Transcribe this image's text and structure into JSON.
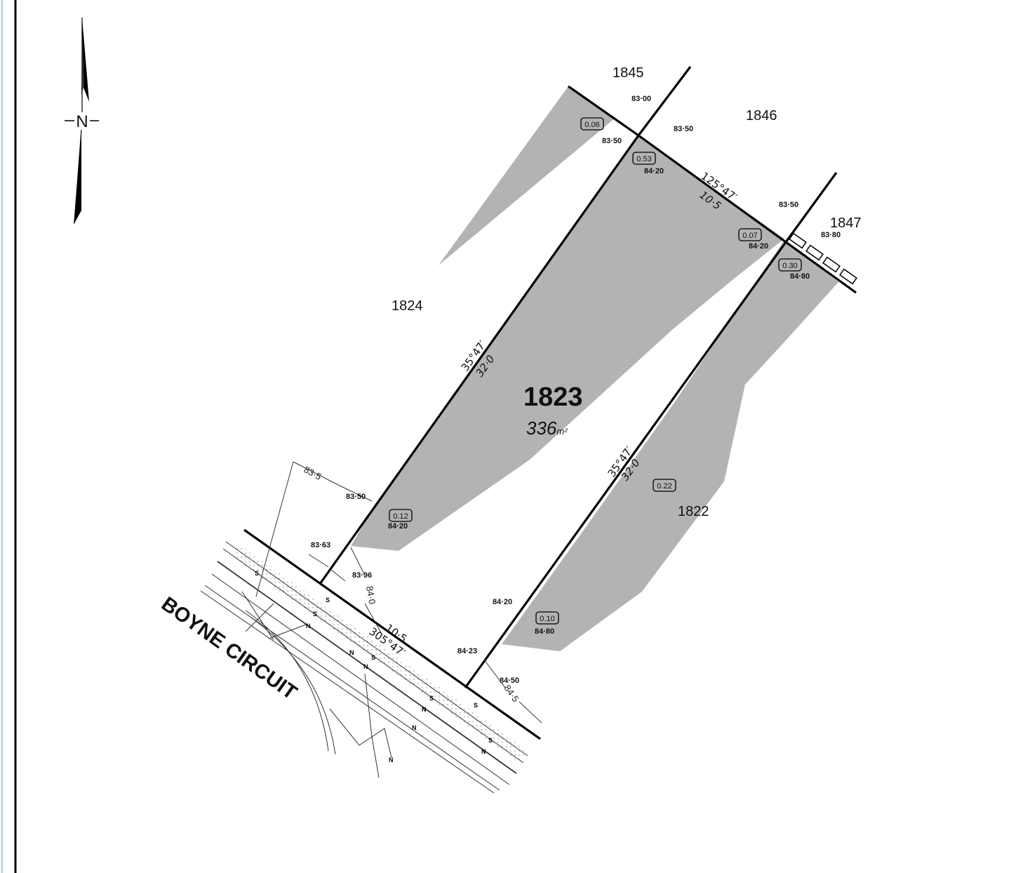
{
  "compass_letter": "N",
  "subject_lot": {
    "number": "1823",
    "area_value": "336",
    "area_unit": "m²"
  },
  "neighbour_lots": [
    {
      "id": "lot-1845",
      "label": "1845"
    },
    {
      "id": "lot-1846",
      "label": "1846"
    },
    {
      "id": "lot-1847",
      "label": "1847"
    },
    {
      "id": "lot-1824",
      "label": "1824"
    },
    {
      "id": "lot-1822",
      "label": "1822"
    }
  ],
  "street_name": "BOYNE CIRCUIT",
  "boundaries": {
    "rear": {
      "bearing": "125°47′",
      "distance": "10·5"
    },
    "frontage": {
      "bearing": "305°47′",
      "distance": "10·5"
    },
    "west_side": {
      "bearing": "35°47′",
      "distance": "32·0"
    },
    "east_side": {
      "bearing": "35°47′",
      "distance": "32·0"
    }
  },
  "spot_levels": [
    "83·00",
    "83·50",
    "83·50",
    "84·20",
    "83·50",
    "84·20",
    "83·80",
    "84·80",
    "83·50",
    "84·20",
    "83·63",
    "83·96",
    "84·20",
    "84·23",
    "84·80",
    "84·50"
  ],
  "contours": [
    "83·5",
    "84·0",
    "84·5"
  ],
  "fill_depths": [
    "0.06",
    "0.53",
    "0.07",
    "0.30",
    "0.22",
    "0.12",
    "0.10"
  ]
}
